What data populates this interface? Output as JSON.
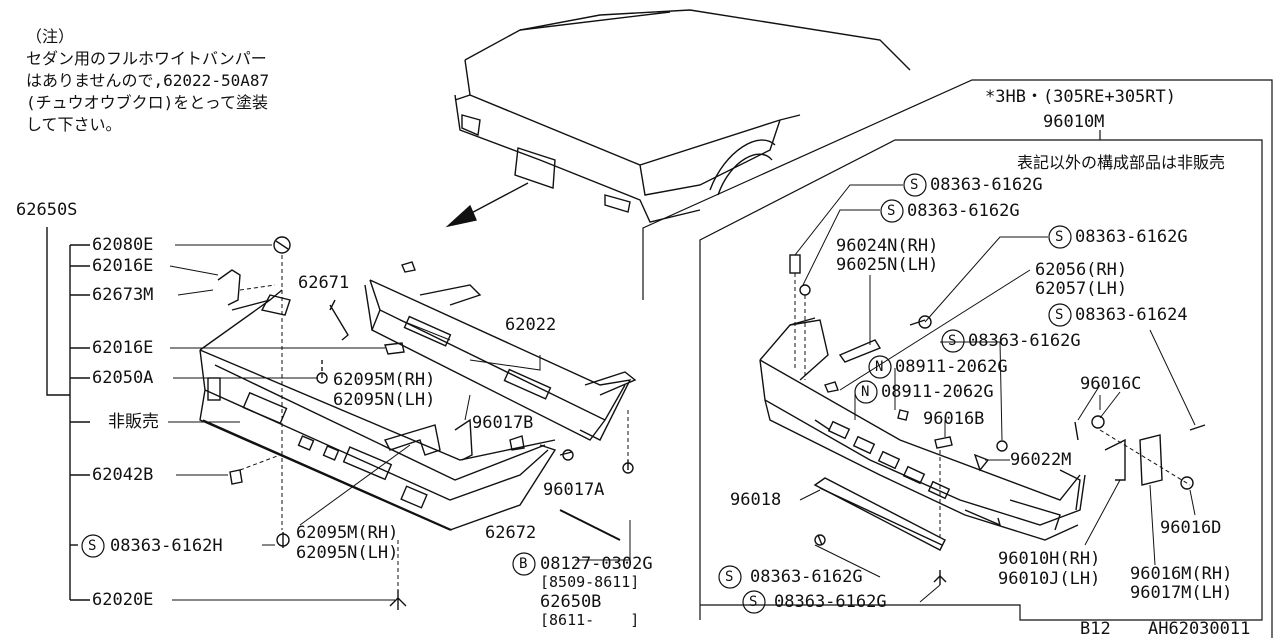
{
  "note": {
    "line1": "（注）",
    "line2": "セダン用のフルホワイトバンパー",
    "line3": "はありませんので,62022-50A87",
    "line4": "(チュウオウブクロ)をとって塗装",
    "line5": "して下さい。"
  },
  "left_group": {
    "assembly": "62650S",
    "parts": {
      "p62080E": "62080E",
      "p62016E_top": "62016E",
      "p62673M": "62673M",
      "p62016E_mid": "62016E",
      "p62050A": "62050A",
      "not_sold": "非販売",
      "p62042B": "62042B",
      "p08363_bottom": "08363-6162H",
      "p62020E": "62020E",
      "p62671": "62671",
      "p62022": "62022",
      "p62095M_a": "62095M(RH)",
      "p62095N_a": "62095N(LH)",
      "p96017B": "96017B",
      "p96017A": "96017A",
      "p62095M_b": "62095M(RH)",
      "p62095N_b": "62095N(LH)",
      "p62672": "62672",
      "p08127": "08127-0302G",
      "p08127_range": "[8509-8611]",
      "p62650B": "62650B",
      "p62650B_range": "[8611-    ]"
    }
  },
  "right_group": {
    "header": "*3HB・(305RE+305RT)",
    "assembly": "96010M",
    "note": "表記以外の構成部品は非販売",
    "parts": {
      "s1": "08363-6162G",
      "s2": "08363-6162G",
      "s3": "08363-6162G",
      "p96024N": "96024N(RH)",
      "p96025N": "96025N(LH)",
      "p62056": "62056(RH)",
      "p62057": "62057(LH)",
      "s4": "08363-61624",
      "s5": "08363-6162G",
      "n1": "08911-2062G",
      "n2": "08911-2062G",
      "p96016C": "96016C",
      "p96016B": "96016B",
      "p96022M": "96022M",
      "p96018": "96018",
      "p96016D": "96016D",
      "p96010H": "96010H(RH)",
      "p96010J": "96010J(LH)",
      "p96016M": "96016M(RH)",
      "p96017M": "96017M(LH)",
      "s6": "08363-6162G",
      "s7": "08363-6162G"
    }
  },
  "badges": {
    "S": "S",
    "N": "N",
    "B": "B"
  },
  "footer": {
    "page": "B12",
    "code": "AH62030011"
  }
}
